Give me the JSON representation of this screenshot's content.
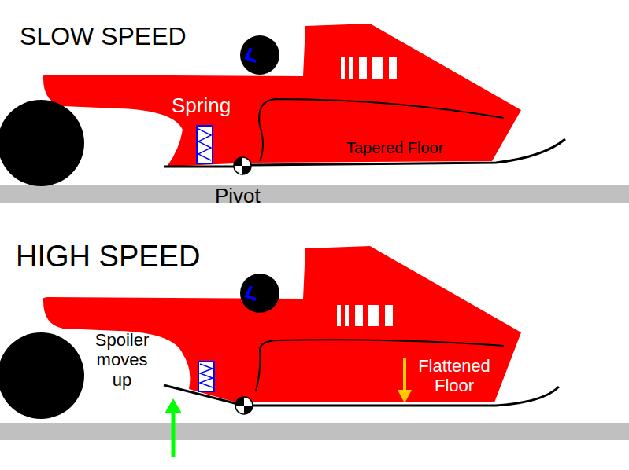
{
  "diagram": {
    "labels": [
      "SLOW SPEED",
      "Spring",
      "Tapered Floor",
      "Pivot",
      "HIGH SPEED",
      "Spoiler moves up",
      "Flattened Floor"
    ]
  }
}
